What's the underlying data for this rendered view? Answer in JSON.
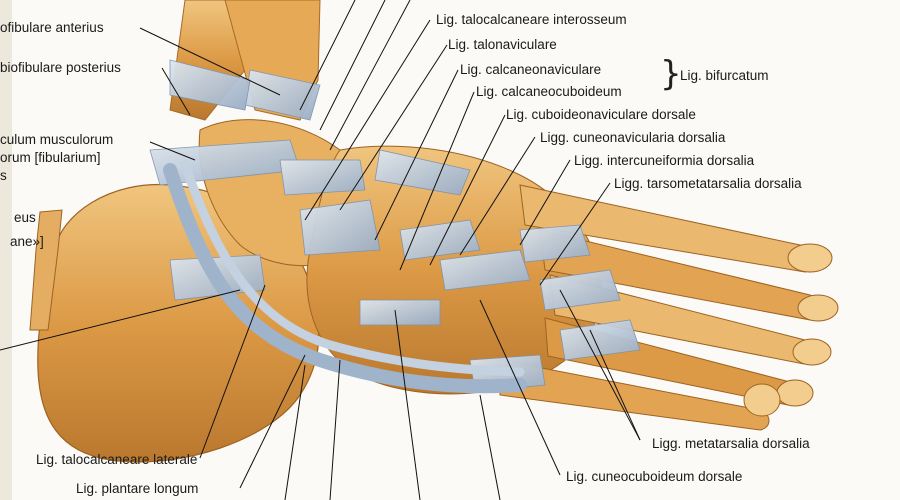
{
  "labels": {
    "talofibulare_anterius": "ofibulare anterius",
    "talofibulare_posterius": "biofibulare posterius",
    "retinaculum_1": "culum musculorum",
    "retinaculum_2": "orum [fibularium]",
    "retinaculum_3": "s",
    "peroneus_1": "eus",
    "peroneus_2": "ane»]",
    "talocalcaneare_interosseum": "Lig. talocalcaneare interosseum",
    "talonaviculare": "Lig. talonaviculare",
    "calcaneonaviculare": "Lig. calcaneonaviculare",
    "calcaneocuboideum": "Lig. calcaneocuboideum",
    "bifurcatum": "Lig. bifurcatum",
    "cuboideonaviculare_dorsale": "Lig. cuboideonaviculare dorsale",
    "cuneonavicularia_dorsalia": "Ligg. cuneonavicularia dorsalia",
    "intercuneiformia_dorsalia": "Ligg. intercuneiformia dorsalia",
    "tarsometatarsalia_dorsalia": "Ligg. tarsometatarsalia dorsalia",
    "metatarsalia_dorsalia": "Ligg. metatarsalia dorsalia",
    "talocalcaneare_laterale": "Lig. talocalcaneare laterale",
    "cuneocuboideum_dorsale": "Lig. cuneocuboideum dorsale",
    "plantare_longum": "Lig. plantare longum"
  },
  "brace_glyph": "}",
  "colors": {
    "bone": "#e0a24e",
    "bone_light": "#efc47e",
    "bone_dark": "#b7762c",
    "ligament": "#aebfd3",
    "ligament_light": "#d6e0ea",
    "tendon": "#97abc4",
    "leader_line": "#111111"
  }
}
